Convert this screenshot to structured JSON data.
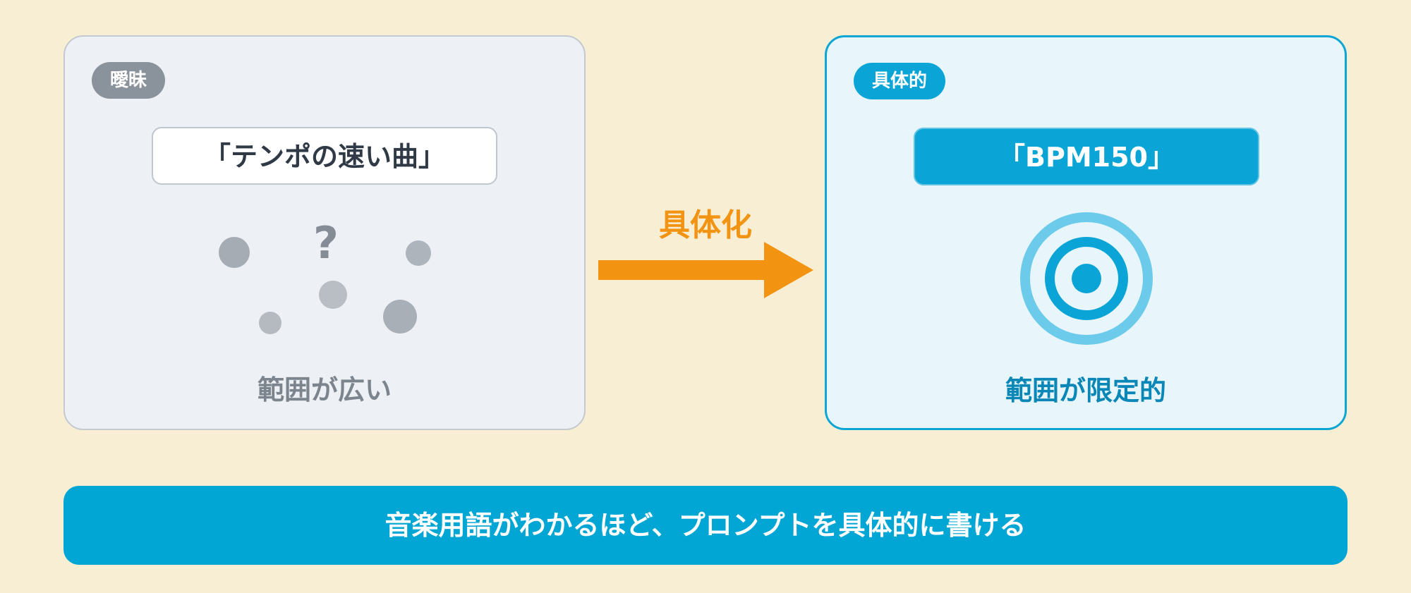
{
  "vague_panel": {
    "tag": "曖昧",
    "quote": "「テンポの速い曲」",
    "question_mark": "?",
    "caption": "範囲が広い",
    "icons": [
      "scattered-dots",
      "question-mark"
    ]
  },
  "arrow": {
    "label": "具体化",
    "color": "#f39312"
  },
  "specific_panel": {
    "tag": "具体的",
    "quote": "「BPM150」",
    "caption": "範囲が限定的",
    "icons": [
      "target-icon"
    ]
  },
  "banner": {
    "text": "音楽用語がわかるほど、プロンプトを具体的に書ける"
  },
  "colors": {
    "background": "#f8eed4",
    "accent_blue": "#02a6d5",
    "vague_gray": "#8a929b",
    "arrow_orange": "#f39312"
  }
}
